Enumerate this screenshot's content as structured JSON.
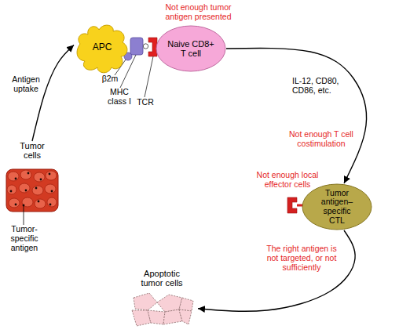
{
  "diagram": {
    "nodes": [
      {
        "text": [
          "APC"
        ]
      },
      {
        "text": [
          "Naive CD8+ T cell"
        ]
      },
      {
        "text": [
          "Tumor cells"
        ]
      },
      {
        "text": [
          "Tumor antigen–specific CTL"
        ]
      },
      {
        "text": [
          "Apoptotic tumor cells"
        ]
      }
    ],
    "edges": [
      {
        "from": 2,
        "to": 0,
        "arrow": "to",
        "label": "Antigen uptake"
      },
      {
        "from": 1,
        "to": 3,
        "arrow": "to",
        "label": "IL-12, CD80, CD86, etc."
      },
      {
        "from": 3,
        "to": 4,
        "arrow": "to"
      }
    ],
    "labels": [
      "Not enough tumor antigen presented",
      "β2m",
      "MHC class I",
      "TCR",
      "Tumor-specific antigen",
      "Not enough T cell costimulation",
      "Not enough local effector cells",
      "The right antigen is not targeted, or not sufficiently"
    ]
  }
}
